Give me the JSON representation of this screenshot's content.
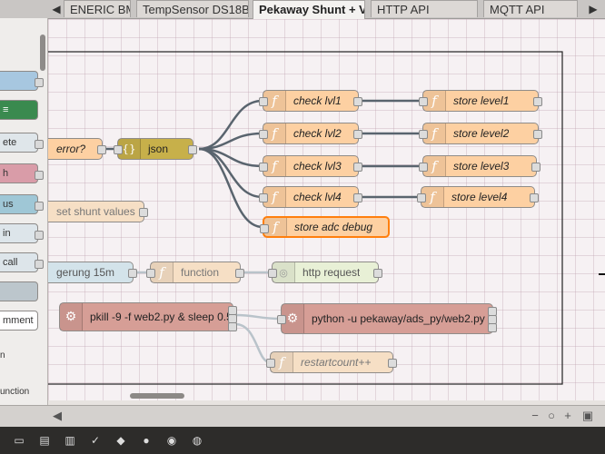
{
  "tabs": [
    {
      "label": "ENERIC BMS",
      "active": false
    },
    {
      "label": "TempSensor DS18B",
      "active": false
    },
    {
      "label": "Pekaway Shunt + V",
      "active": true
    },
    {
      "label": "HTTP API",
      "active": false
    },
    {
      "label": "MQTT API",
      "active": false
    }
  ],
  "palette": {
    "items": [
      "",
      "",
      "ete",
      "h",
      "us",
      "in",
      "call",
      "",
      "mment",
      "n",
      "unction"
    ]
  },
  "flow": {
    "nodes": {
      "error": "error?",
      "json": "json",
      "check1": "check lvl1",
      "check2": "check lvl2",
      "check3": "check lvl3",
      "check4": "check lvl4",
      "store_adc": "store adc debug",
      "store1": "store level1",
      "store2": "store level2",
      "store3": "store level3",
      "store4": "store level4",
      "set_shunt": "set shunt values",
      "inject": "gerung 15m",
      "function": "function",
      "http": "http request",
      "pkill": "pkill -9 -f web2.py & sleep 0.5",
      "python": "python -u pekaway/ads_py/web2.py",
      "restart": "restartcount++"
    }
  },
  "colors": {
    "function_node": "#fdd0a2",
    "json_node": "#c7b04a",
    "exec_node": "#d69e96",
    "selection": "#ff7f0e"
  }
}
